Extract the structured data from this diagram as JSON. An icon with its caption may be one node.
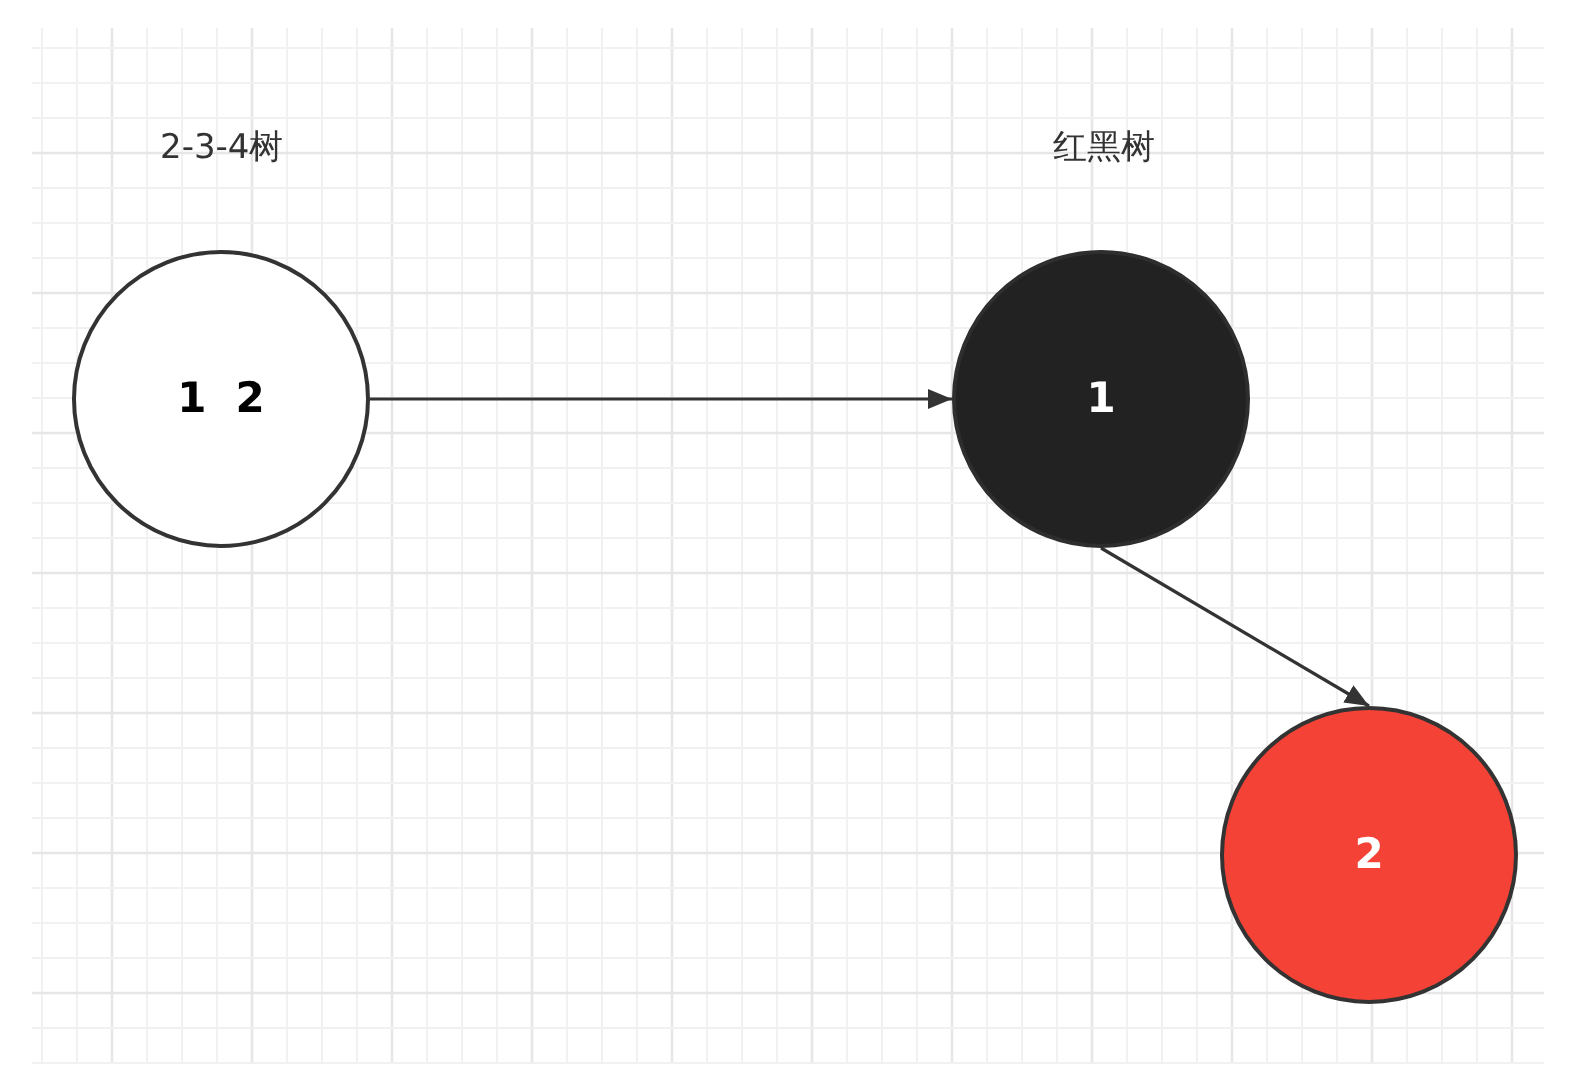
{
  "diagram": {
    "nodes": [
      {
        "text": [
          "1  2"
        ]
      },
      {
        "text": [
          "1"
        ]
      },
      {
        "text": [
          "2"
        ]
      }
    ],
    "edges": [
      {
        "from": 0,
        "to": 1,
        "arrow": "to"
      },
      {
        "from": 1,
        "to": 2,
        "arrow": "to"
      }
    ],
    "labels": [
      "2-3-4树",
      "红黑树"
    ]
  }
}
